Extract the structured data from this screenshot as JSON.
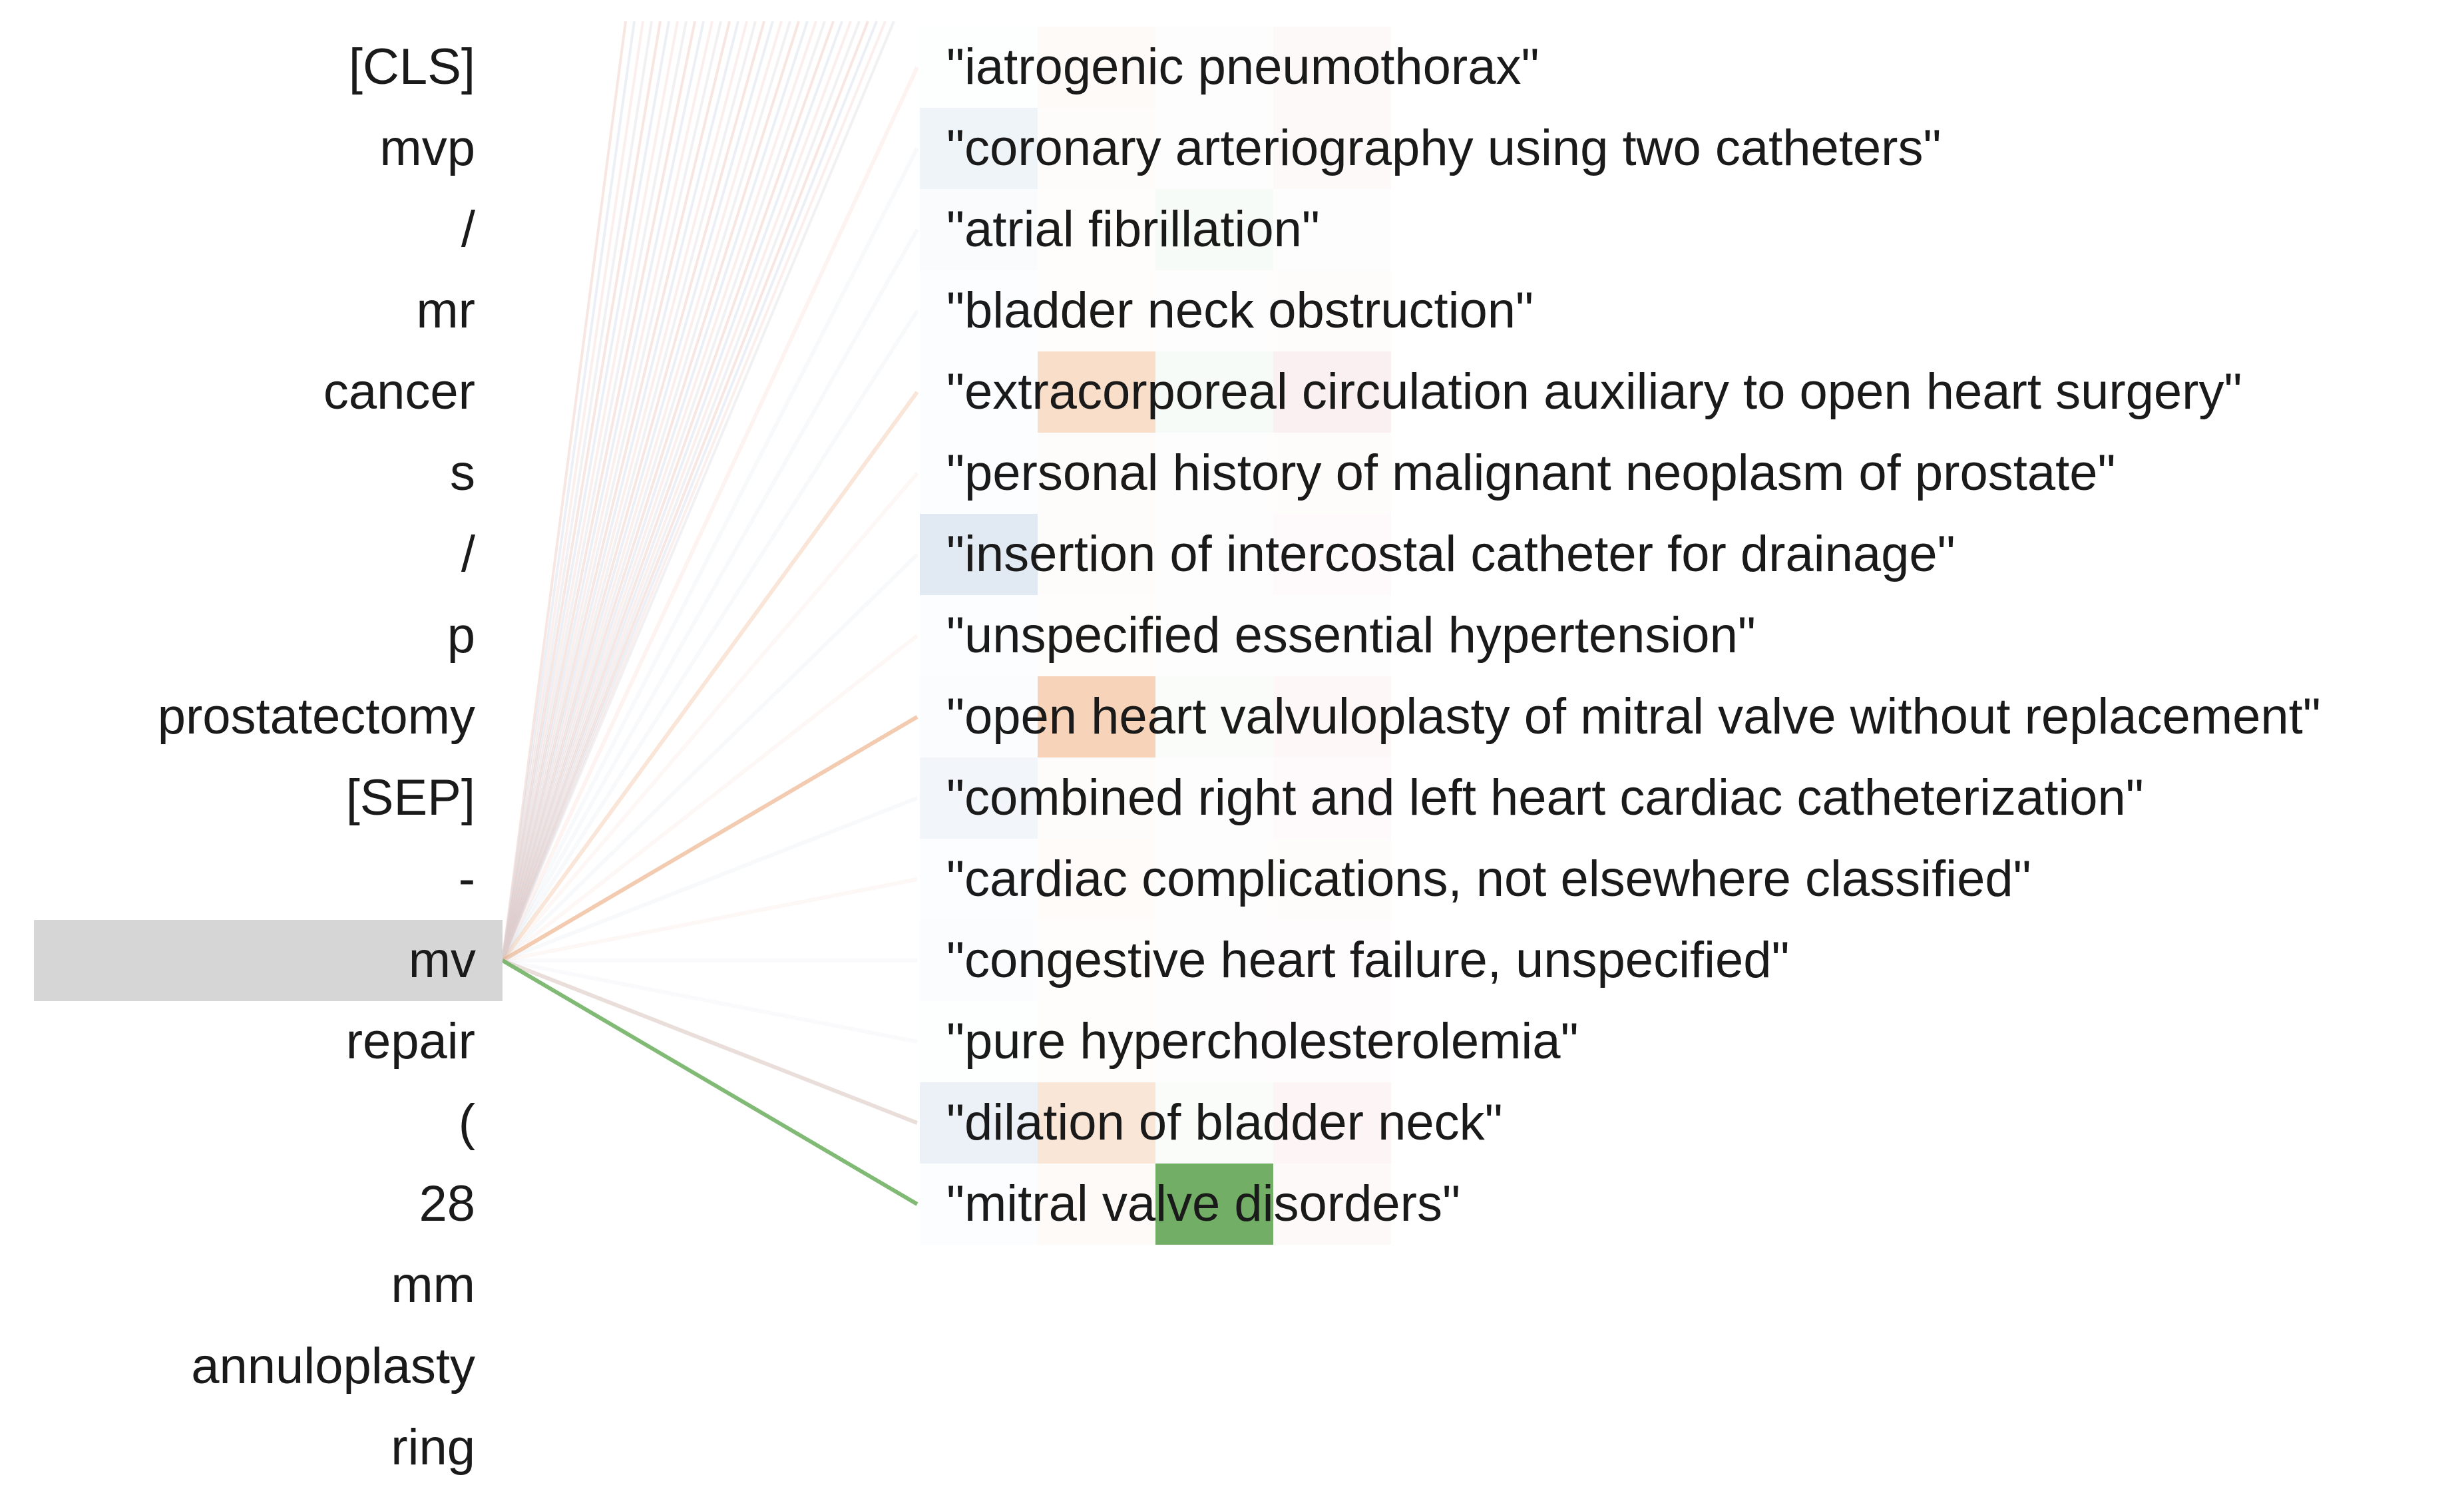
{
  "selected_token_index": 11,
  "tokens": [
    "[CLS]",
    "mvp",
    "/",
    "mr",
    "cancer",
    "s",
    "/",
    "p",
    "prostatectomy",
    "[SEP]",
    "-",
    "mv",
    "repair",
    "(",
    "28",
    "mm",
    "annuloplasty",
    "ring"
  ],
  "labels": [
    {
      "text": "\"iatrogenic pneumothorax\"",
      "weight": 0.03,
      "color": "#f0b8a8",
      "heads": [
        0.02,
        0.06,
        0.02,
        0.08
      ]
    },
    {
      "text": "\"coronary arteriography using two catheters\"",
      "weight": 0.02,
      "color": "#c8d4e4",
      "heads": [
        0.18,
        0.04,
        0.02,
        0.08
      ]
    },
    {
      "text": "\"atrial fibrillation\"",
      "weight": 0.03,
      "color": "#c8d4e4",
      "heads": [
        0.06,
        0.03,
        0.05,
        0.03
      ]
    },
    {
      "text": "\"bladder neck obstruction\"",
      "weight": 0.02,
      "color": "#c8d4e4",
      "heads": [
        0.04,
        0.03,
        0.02,
        0.05
      ]
    },
    {
      "text": "\"extracorporeal circulation auxiliary to open heart surgery\"",
      "weight": 0.35,
      "color": "#f0b890",
      "heads": [
        0.04,
        0.42,
        0.05,
        0.2
      ]
    },
    {
      "text": "\"personal history of malignant neoplasm of prostate\"",
      "weight": 0.02,
      "color": "#f0d0c0",
      "heads": [
        0.03,
        0.04,
        0.02,
        0.05
      ]
    },
    {
      "text": "\"insertion of intercostal catheter for drainage\"",
      "weight": 0.15,
      "color": "#c8d4e4",
      "heads": [
        0.35,
        0.04,
        0.02,
        0.06
      ]
    },
    {
      "text": "\"unspecified essential hypertension\"",
      "weight": 0.03,
      "color": "#f0d0c0",
      "heads": [
        0.03,
        0.03,
        0.02,
        0.03
      ]
    },
    {
      "text": "\"open heart valvuloplasty of mitral valve without replacement\"",
      "weight": 0.55,
      "color": "#e8a070",
      "heads": [
        0.05,
        0.55,
        0.04,
        0.1
      ]
    },
    {
      "text": "\"combined right and left heart cardiac catheterization\"",
      "weight": 0.12,
      "color": "#c8d4e4",
      "heads": [
        0.15,
        0.04,
        0.02,
        0.06
      ]
    },
    {
      "text": "\"cardiac complications, not elsewhere classified\"",
      "weight": 0.06,
      "color": "#f0d0c0",
      "heads": [
        0.03,
        0.05,
        0.02,
        0.05
      ]
    },
    {
      "text": "\"congestive heart failure, unspecified\"",
      "weight": 0.06,
      "color": "#e0e0e8",
      "heads": [
        0.05,
        0.03,
        0.02,
        0.04
      ]
    },
    {
      "text": "\"pure hypercholesterolemia\"",
      "weight": 0.04,
      "color": "#e0e0e8",
      "heads": [
        0.02,
        0.03,
        0.02,
        0.04
      ]
    },
    {
      "text": "\"dilation of bladder neck\"",
      "weight": 0.38,
      "color": "#c8a8a0",
      "heads": [
        0.22,
        0.32,
        0.03,
        0.14
      ]
    },
    {
      "text": "\"mitral valve disorders\"",
      "weight": 0.9,
      "color": "#72b266",
      "heads": [
        0.03,
        0.06,
        0.95,
        0.08
      ]
    }
  ],
  "head_colors": [
    "#a8c0dc",
    "#f0b080",
    "#6aaa5e",
    "#e8b0b8"
  ]
}
